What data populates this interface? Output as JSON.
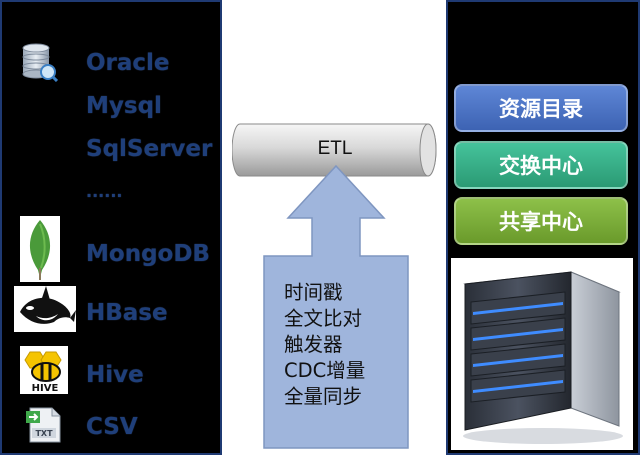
{
  "sources": {
    "oracle": "Oracle",
    "mysql": "Mysql",
    "sqlserver": "SqlServer",
    "ellipsis": "......",
    "mongodb": "MongoDB",
    "hbase": "HBase",
    "hive": "Hive",
    "csv": "CSV",
    "hive_logo_text": "HIVE",
    "csv_logo_text": "TXT"
  },
  "etl": {
    "label": "ETL"
  },
  "features": [
    "时间戳",
    "全文比对",
    "触发器",
    "CDC增量",
    "全量同步"
  ],
  "buttons": {
    "catalog": "资源目录",
    "exchange": "交换中心",
    "share": "共享中心"
  },
  "colors": {
    "background": "#000000",
    "label_text": "#1f3f7a",
    "arrow_fill": "#9fb5dc",
    "catalog": "#4a72c4",
    "exchange": "#35ad86",
    "share": "#79ac38",
    "server_light": "#3f8cff"
  },
  "icons": [
    "database-icon",
    "mongodb-leaf-icon",
    "hbase-orca-icon",
    "hive-bee-icon",
    "csv-txt-file-icon",
    "server-icon"
  ]
}
